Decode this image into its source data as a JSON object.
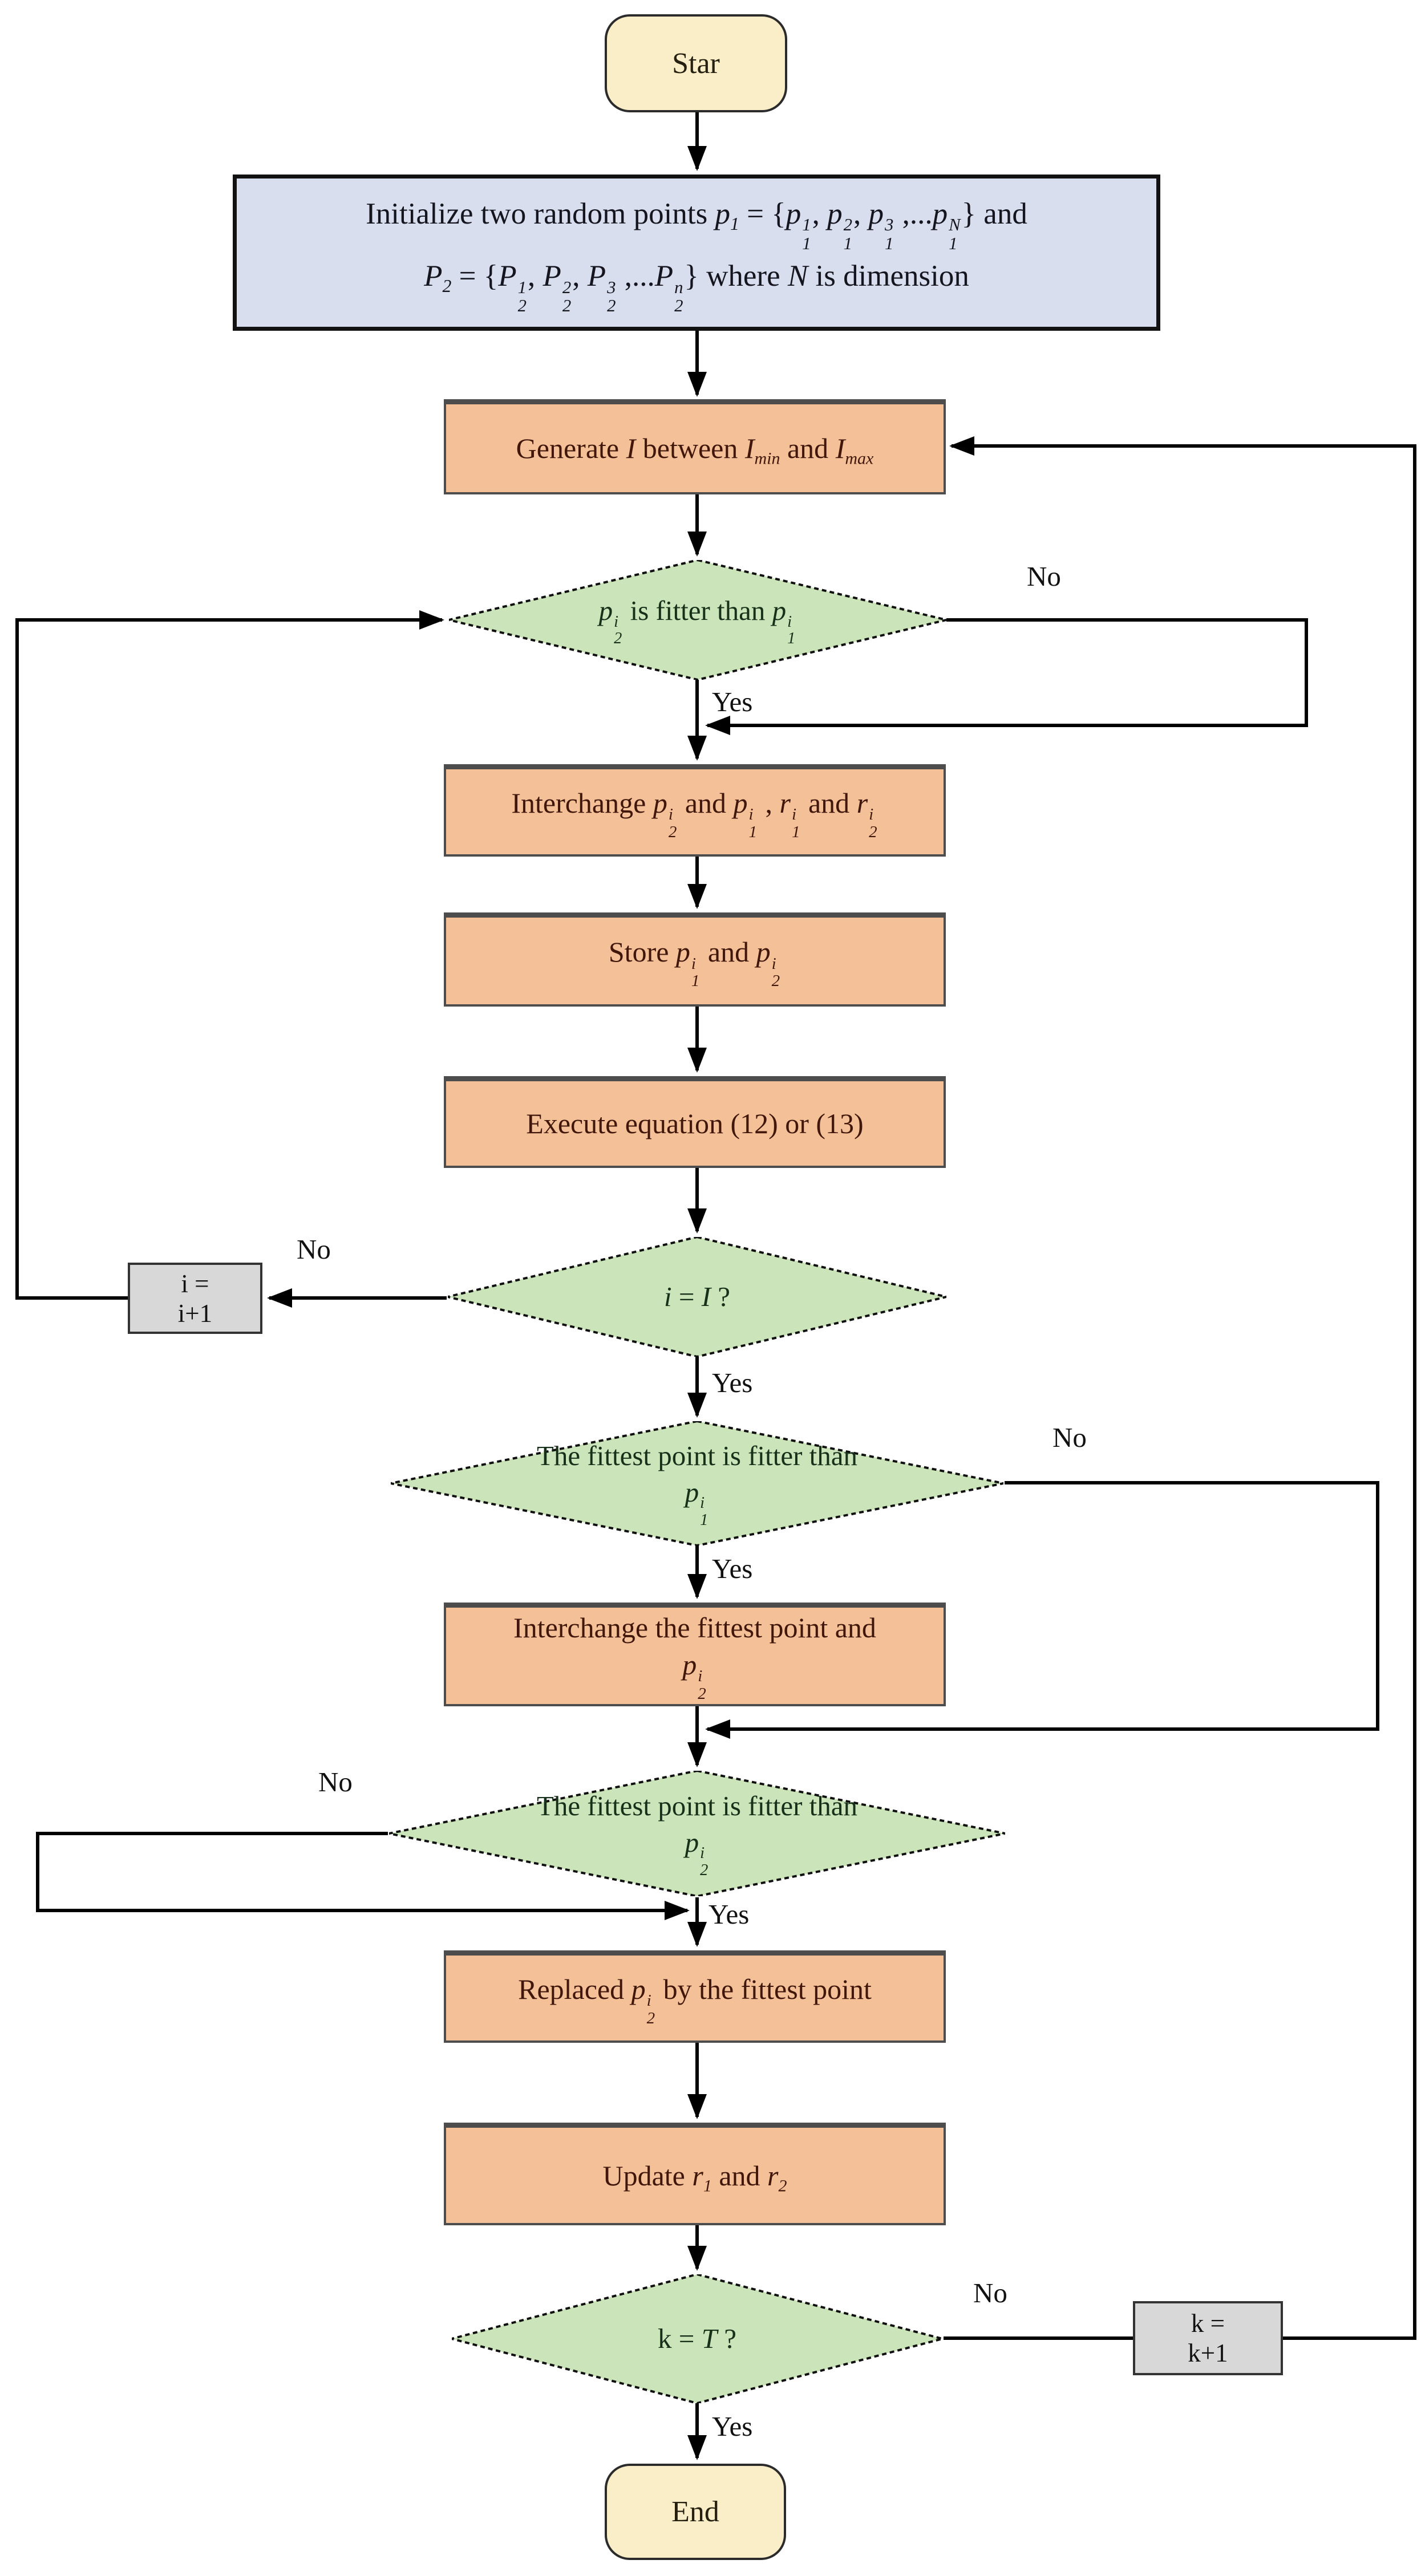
{
  "colors": {
    "canvas_bg": "#ffffff",
    "terminal_fill": "#faeec9",
    "terminal_border": "#2b2b2b",
    "init_fill": "#d8deee",
    "init_border": "#121212",
    "init_text": "#15151f",
    "process_fill": "#f4c098",
    "process_border": "#4d4d4d",
    "process_text": "#40170a",
    "decision_fill": "#cbe4b9",
    "decision_border": "#0f0f0f",
    "decision_text": "#17301a",
    "counter_fill": "#d8d8d8",
    "counter_border": "#333333",
    "counter_text": "#111111",
    "wire": "#000000",
    "label_text": "#111111"
  },
  "nodes": {
    "start": {
      "label": [
        {
          "t": "Star"
        }
      ]
    },
    "initialize": {
      "line1": [
        {
          "t": "Initialize two random points  "
        },
        {
          "m": "p",
          "sub": "1"
        },
        {
          "t": " = {"
        },
        {
          "m": "p",
          "sup": "1",
          "sub": "1"
        },
        {
          "t": ", "
        },
        {
          "m": "p",
          "sup": "2",
          "sub": "1"
        },
        {
          "t": ", "
        },
        {
          "m": "p",
          "sup": "3",
          "sub": "1"
        },
        {
          "t": " ,..."
        },
        {
          "m": "p",
          "sup": "N",
          "sub": "1"
        },
        {
          "t": "} and"
        }
      ],
      "line2": [
        {
          "m": "P",
          "sub": "2"
        },
        {
          "t": " = {"
        },
        {
          "m": "P",
          "sup": "1",
          "sub": "2"
        },
        {
          "t": ", "
        },
        {
          "m": "P",
          "sup": "2",
          "sub": "2"
        },
        {
          "t": ", "
        },
        {
          "m": "P",
          "sup": "3",
          "sub": "2"
        },
        {
          "t": " ,..."
        },
        {
          "m": "P",
          "sup": "n",
          "sub": "2"
        },
        {
          "t": "}  where "
        },
        {
          "m": "N"
        },
        {
          "t": " is dimension"
        }
      ]
    },
    "generate": {
      "label": [
        {
          "t": "Generate "
        },
        {
          "m": "I"
        },
        {
          "t": " between "
        },
        {
          "m": "I",
          "sub": "min"
        },
        {
          "t": " and "
        },
        {
          "m": "I",
          "sub": "max"
        }
      ]
    },
    "decision_p2_fitter": {
      "label": [
        {
          "m": "p",
          "sup": "i",
          "sub": "2"
        },
        {
          "t": "  is fitter than  "
        },
        {
          "m": "p",
          "sup": "i",
          "sub": "1"
        }
      ]
    },
    "interchange_p": {
      "label": [
        {
          "t": "Interchange "
        },
        {
          "m": "p",
          "sup": "i",
          "sub": "2"
        },
        {
          "t": " and "
        },
        {
          "m": "p",
          "sup": "i",
          "sub": "1"
        },
        {
          "t": " ,  "
        },
        {
          "m": "r",
          "sup": "i",
          "sub": "1"
        },
        {
          "t": " and "
        },
        {
          "m": "r",
          "sup": "i",
          "sub": "2"
        }
      ]
    },
    "store": {
      "label": [
        {
          "t": "Store  "
        },
        {
          "m": "p",
          "sup": "i",
          "sub": "1"
        },
        {
          "t": " and "
        },
        {
          "m": "p",
          "sup": "i",
          "sub": "2"
        }
      ]
    },
    "execute": {
      "label": [
        {
          "t": "Execute  equation (12) or (13)"
        }
      ]
    },
    "decision_i_equals_I": {
      "label": [
        {
          "m": "i"
        },
        {
          "t": " = "
        },
        {
          "m": "I"
        },
        {
          "t": " ?"
        }
      ]
    },
    "counter_i": {
      "label": [
        {
          "t": "i = i+1"
        }
      ]
    },
    "decision_fittest_p1": {
      "line1": [
        {
          "t": "The fittest point is fitter than"
        }
      ],
      "line2": [
        {
          "m": "p",
          "sup": "i",
          "sub": "1"
        }
      ]
    },
    "interchange_fittest": {
      "line1": [
        {
          "t": "Interchange the fittest point and"
        }
      ],
      "line2": [
        {
          "m": "p",
          "sup": "i",
          "sub": "2"
        }
      ]
    },
    "decision_fittest_p2": {
      "line1": [
        {
          "t": "The fittest point is fitter than"
        }
      ],
      "line2": [
        {
          "m": "p",
          "sup": "i",
          "sub": "2"
        }
      ]
    },
    "replaced": {
      "label": [
        {
          "t": "Replaced "
        },
        {
          "m": "p",
          "sup": "i",
          "sub": "2"
        },
        {
          "t": " by the fittest point"
        }
      ]
    },
    "update_r": {
      "label": [
        {
          "t": "Update "
        },
        {
          "m": "r",
          "sub": "1"
        },
        {
          "t": " and "
        },
        {
          "m": "r",
          "sub": "2"
        }
      ]
    },
    "decision_k_equals_T": {
      "label": [
        {
          "t": "k = "
        },
        {
          "m": "T"
        },
        {
          "t": " ?"
        }
      ]
    },
    "counter_k": {
      "label": [
        {
          "t": "k = k+1"
        }
      ]
    },
    "end": {
      "label": [
        {
          "t": "End"
        }
      ]
    }
  },
  "edges": {
    "d1_no": "No",
    "d1_yes": "Yes",
    "d2_no": "No",
    "d2_yes": "Yes",
    "d4_no": "No",
    "d4_yes": "Yes",
    "d5_no": "No",
    "d5_yes": "Yes",
    "d6_no": "No",
    "d6_yes": "Yes"
  }
}
